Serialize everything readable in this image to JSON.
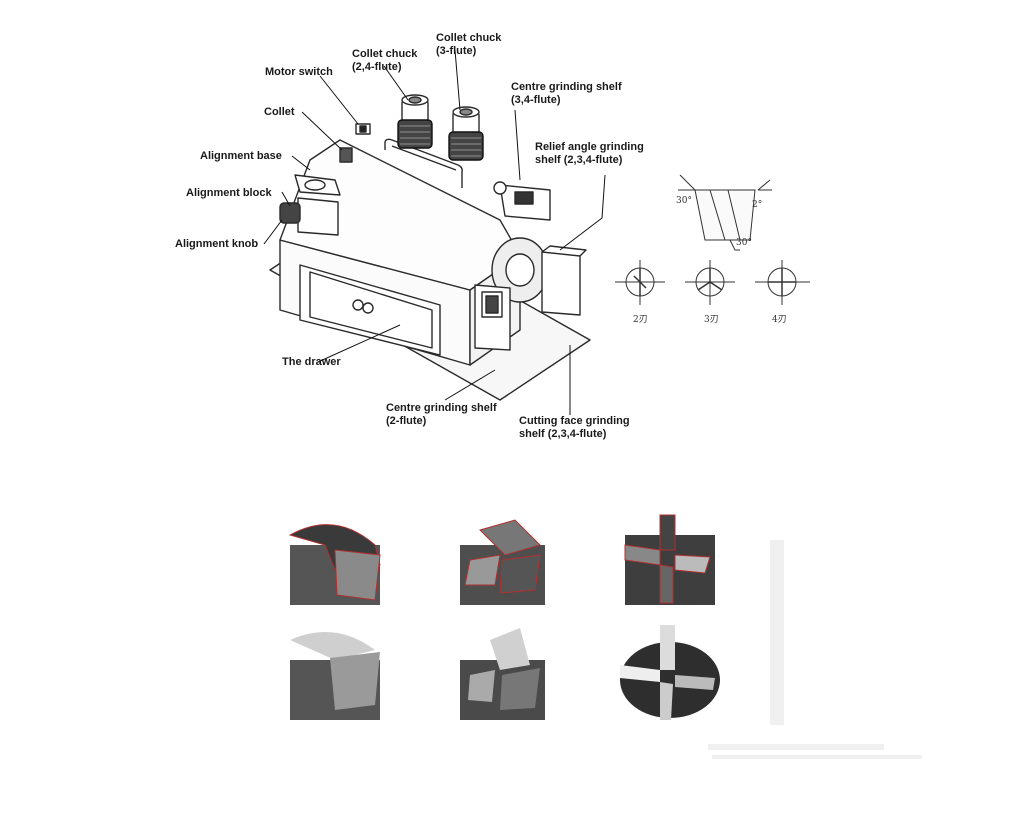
{
  "labels": {
    "motor_switch": "Motor switch",
    "collet": "Collet",
    "alignment_base": "Alignment base",
    "alignment_block": "Alignment block",
    "alignment_knob": "Alignment knob",
    "collet_chuck_24": "Collet chuck\n(2,4-flute)",
    "collet_chuck_3": "Collet chuck\n(3-flute)",
    "centre_grinding_shelf_34": "Centre grinding shelf\n(3,4-flute)",
    "relief_angle_shelf": "Relief angle grinding\nshelf (2,3,4-flute)",
    "the_drawer": "The drawer",
    "centre_grinding_shelf_2": "Centre grinding shelf\n(2-flute)",
    "cutting_face_shelf": "Cutting face grinding\nshelf (2,3,4-flute)"
  },
  "flute_diagram": {
    "angle_30_top": "30°",
    "angle_2": "2°",
    "angle_30_bottom": "30°",
    "flute_2": "2刃",
    "flute_3": "3刃",
    "flute_4": "4刃"
  },
  "colors": {
    "line": "#2a2a2a",
    "highlight_red": "#b03030",
    "metal_dark": "#4a4a4a",
    "metal_light": "#d8d8d8"
  }
}
